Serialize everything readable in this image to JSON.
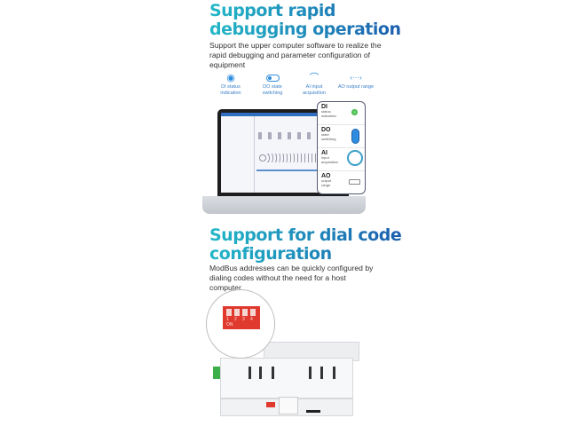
{
  "section1": {
    "title_line1": "Support rapid",
    "title_line2": "debugging operation",
    "description": "Support the upper computer software to realize the rapid debugging and parameter configuration of equipment",
    "features": [
      {
        "icon": "radio-target-icon",
        "label": "DI status indication"
      },
      {
        "icon": "toggle-switch-icon",
        "label": "DO state switching"
      },
      {
        "icon": "gauge-arc-icon",
        "label": "AI input acquisition"
      },
      {
        "icon": "range-arrows-icon",
        "label": "AO output range"
      }
    ],
    "card": [
      {
        "code": "DI",
        "desc": "status indication"
      },
      {
        "code": "DO",
        "desc": "state switching"
      },
      {
        "code": "AI",
        "desc": "input acquisition"
      },
      {
        "code": "AO",
        "desc": "output range"
      }
    ]
  },
  "section2": {
    "title_line1": "Support for dial code",
    "title_line2": "configuration",
    "description": "ModBus addresses can be quickly configured by dialing codes without the need for a host computer.",
    "dip_numbers": [
      "1",
      "2",
      "3",
      "4"
    ],
    "dip_on": "ON"
  },
  "colors": {
    "title_start": "#22b8c8",
    "title_end": "#1c5fae",
    "dip_red": "#e03a2e",
    "accent_blue": "#2f8ddf"
  }
}
